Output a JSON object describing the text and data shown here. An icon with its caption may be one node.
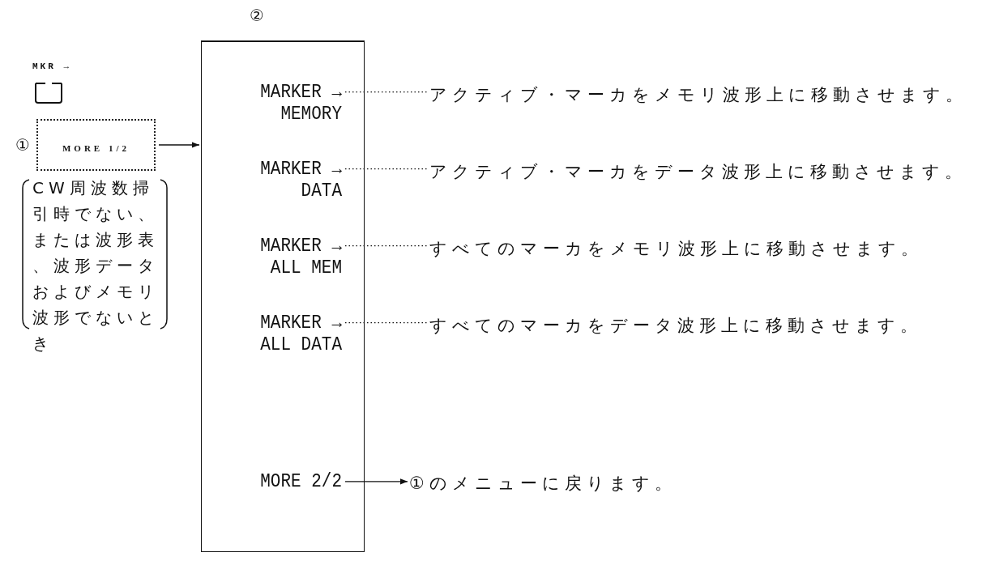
{
  "diagram": {
    "nodes": [
      {
        "text": [
          "MKR →"
        ]
      },
      {
        "text": [
          "MORE 1/2"
        ],
        "beside": [
          "①"
        ]
      },
      {
        "text": [
          "②"
        ]
      },
      {
        "text": [
          "MARKER → MEMORY"
        ],
        "in": 2
      },
      {
        "text": [
          "MARKER → DATA"
        ],
        "in": 2
      },
      {
        "text": [
          "MARKER → ALL MEM"
        ],
        "in": 2
      },
      {
        "text": [
          "MARKER → ALL DATA"
        ],
        "in": 2
      },
      {
        "text": [
          "MORE 2/2"
        ],
        "in": 2
      },
      {
        "text": [
          "アクティブ・マーカをメモリ波形上に移動させます。"
        ]
      },
      {
        "text": [
          "アクティブ・マーカをデータ波形上に移動させます。"
        ]
      },
      {
        "text": [
          "すべてのマーカをメモリ波形上に移動させます。"
        ]
      },
      {
        "text": [
          "すべてのマーカをデータ波形上に移動させます。"
        ]
      },
      {
        "text": [
          "①のメニューに戻ります。"
        ]
      }
    ],
    "edges": [
      {
        "from": 1,
        "to": 2,
        "arrow": "to"
      },
      {
        "from": 3,
        "to": 8,
        "arrow": "none",
        "style": "dashed"
      },
      {
        "from": 4,
        "to": 9,
        "arrow": "none",
        "style": "dashed"
      },
      {
        "from": 5,
        "to": 10,
        "arrow": "none",
        "style": "dashed"
      },
      {
        "from": 6,
        "to": 11,
        "arrow": "none",
        "style": "dashed"
      },
      {
        "from": 7,
        "to": 12,
        "arrow": "to"
      }
    ],
    "labels": [
      "CW周波数掃引時でない、または波形表、波形データおよびメモリ波形でないとき"
    ]
  }
}
